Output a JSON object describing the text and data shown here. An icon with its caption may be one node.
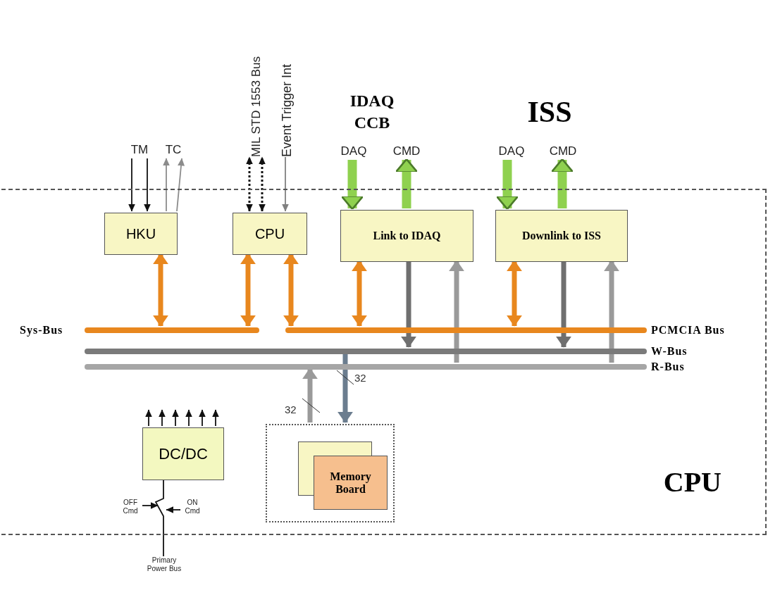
{
  "diagram": {
    "nodes": [
      {
        "text": [
          "MIL STD 1553 Bus"
        ]
      },
      {
        "text": [
          "Event Trigger Int"
        ]
      },
      {
        "text": [
          "TM"
        ]
      },
      {
        "text": [
          "TC"
        ]
      },
      {
        "text": [
          "DAQ"
        ]
      },
      {
        "text": [
          "CMD"
        ]
      },
      {
        "text": [
          "DAQ"
        ]
      },
      {
        "text": [
          "CMD"
        ]
      },
      {
        "text": [
          "CPU"
        ]
      },
      {
        "text": [
          "HKU"
        ],
        "in": 8
      },
      {
        "text": [
          "CPU"
        ],
        "in": 8
      },
      {
        "text": [
          "Link to IDAQ"
        ],
        "in": 8
      },
      {
        "text": [
          "Downlink to ISS"
        ],
        "in": 8
      },
      {
        "text": [
          "Sys-Bus"
        ],
        "in": 8
      },
      {
        "text": [
          "PCMCIA Bus"
        ],
        "in": 8
      },
      {
        "text": [
          "W-Bus"
        ],
        "in": 8
      },
      {
        "text": [
          "R-Bus"
        ],
        "in": 8
      },
      {
        "text": [
          "DC/DC"
        ],
        "in": 8
      },
      {
        "text": [],
        "shape": "box",
        "in": 8
      },
      {
        "text": [
          "Memory Board"
        ],
        "in": 18
      },
      {
        "text": [
          "OFF Cmd"
        ],
        "in": 8
      },
      {
        "text": [
          "ON Cmd"
        ],
        "in": 8
      },
      {
        "text": [
          "Primary Power Bus"
        ]
      }
    ],
    "edges": [
      {
        "from": 2,
        "to": 9,
        "arrow": "to"
      },
      {
        "from": 2,
        "to": 9,
        "arrow": "to"
      },
      {
        "from": 9,
        "to": 3,
        "arrow": "to",
        "color": "#8c8c8c"
      },
      {
        "from": 9,
        "to": 3,
        "arrow": "to",
        "color": "#8c8c8c"
      },
      {
        "from": 10,
        "to": 0,
        "arrow": "both",
        "style": "dashed"
      },
      {
        "from": 10,
        "to": 0,
        "arrow": "both",
        "style": "dashed"
      },
      {
        "from": 1,
        "to": 10,
        "arrow": "to",
        "color": "#808080"
      },
      {
        "from": 4,
        "to": 11,
        "arrow": "to",
        "style": "thick",
        "color": "#8fd14f"
      },
      {
        "from": 11,
        "to": 5,
        "arrow": "to",
        "style": "thick",
        "color": "#8fd14f"
      },
      {
        "from": 6,
        "to": 12,
        "arrow": "to",
        "style": "thick",
        "color": "#8fd14f"
      },
      {
        "from": 12,
        "to": 7,
        "arrow": "to",
        "style": "thick",
        "color": "#8fd14f"
      },
      {
        "from": 9,
        "to": 13,
        "arrow": "both",
        "style": "thick",
        "color": "#e8871e"
      },
      {
        "from": 10,
        "to": 13,
        "arrow": "both",
        "style": "thick",
        "color": "#e8871e"
      },
      {
        "from": 10,
        "to": 14,
        "arrow": "both",
        "style": "thick",
        "color": "#e8871e"
      },
      {
        "from": 11,
        "to": 14,
        "arrow": "both",
        "style": "thick",
        "color": "#e8871e"
      },
      {
        "from": 12,
        "to": 14,
        "arrow": "both",
        "style": "thick",
        "color": "#e8871e"
      },
      {
        "from": 11,
        "to": 15,
        "arrow": "to",
        "style": "thick",
        "color": "#6f6f6f"
      },
      {
        "from": 16,
        "to": 11,
        "arrow": "to",
        "style": "thick",
        "color": "#9a9a9a"
      },
      {
        "from": 12,
        "to": 15,
        "arrow": "to",
        "style": "thick",
        "color": "#6f6f6f"
      },
      {
        "from": 16,
        "to": 12,
        "arrow": "to",
        "style": "thick",
        "color": "#9a9a9a"
      },
      {
        "from": 15,
        "to": 18,
        "arrow": "to",
        "style": "thick",
        "color": "#6b7d8f",
        "label": "32"
      },
      {
        "from": 18,
        "to": 16,
        "arrow": "to",
        "style": "thick",
        "color": "#9a9a9a",
        "label": "32"
      },
      {
        "from": 17,
        "to": null,
        "arrow": "to"
      },
      {
        "from": 17,
        "to": null,
        "arrow": "to"
      },
      {
        "from": 17,
        "to": null,
        "arrow": "to"
      },
      {
        "from": 17,
        "to": null,
        "arrow": "to"
      },
      {
        "from": 17,
        "to": null,
        "arrow": "to"
      },
      {
        "from": 17,
        "to": null,
        "arrow": "to"
      },
      {
        "from": 22,
        "to": 17,
        "arrow": "none"
      },
      {
        "from": 20,
        "to": null,
        "arrow": "to"
      },
      {
        "from": 21,
        "to": null,
        "arrow": "to"
      }
    ],
    "labels": [
      "IDAQ CCB",
      "ISS"
    ]
  }
}
